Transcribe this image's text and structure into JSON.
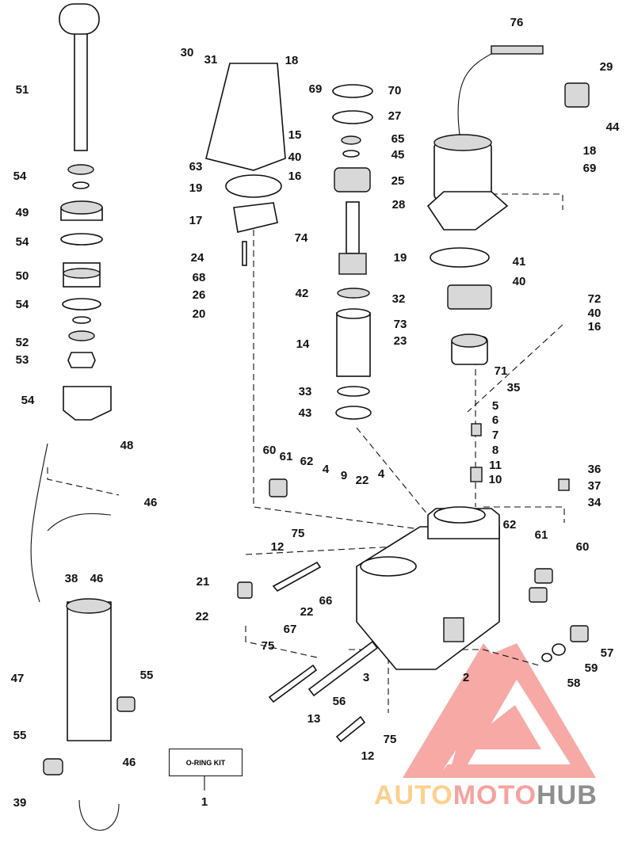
{
  "diagram": {
    "type": "exploded-parts-diagram",
    "kit_label": "O-RING KIT",
    "kit_part_number": "1",
    "part_labels": [
      "76",
      "29",
      "44",
      "30",
      "31",
      "18",
      "69",
      "70",
      "27",
      "65",
      "45",
      "15",
      "40",
      "16",
      "63",
      "19",
      "25",
      "18",
      "69",
      "28",
      "17",
      "74",
      "24",
      "19",
      "41",
      "40",
      "68",
      "26",
      "42",
      "32",
      "72",
      "20",
      "40",
      "73",
      "23",
      "16",
      "14",
      "71",
      "35",
      "33",
      "43",
      "5",
      "6",
      "7",
      "8",
      "11",
      "10",
      "36",
      "37",
      "34",
      "60",
      "61",
      "62",
      "4",
      "9",
      "22",
      "4",
      "62",
      "61",
      "60",
      "75",
      "12",
      "21",
      "66",
      "22",
      "22",
      "67",
      "75",
      "3",
      "2",
      "57",
      "59",
      "58",
      "56",
      "13",
      "75",
      "12",
      "51",
      "54",
      "49",
      "54",
      "50",
      "54",
      "52",
      "53",
      "54",
      "48",
      "46",
      "38",
      "46",
      "47",
      "55",
      "55",
      "46",
      "39"
    ]
  },
  "watermark": {
    "parts": [
      "AUTO",
      "MOTO",
      "HUB"
    ],
    "colors": {
      "triangle": "#f7a09c",
      "auto": "#fdd08c",
      "moto": "#f5a3a0",
      "hub": "#8e8e8e"
    }
  }
}
